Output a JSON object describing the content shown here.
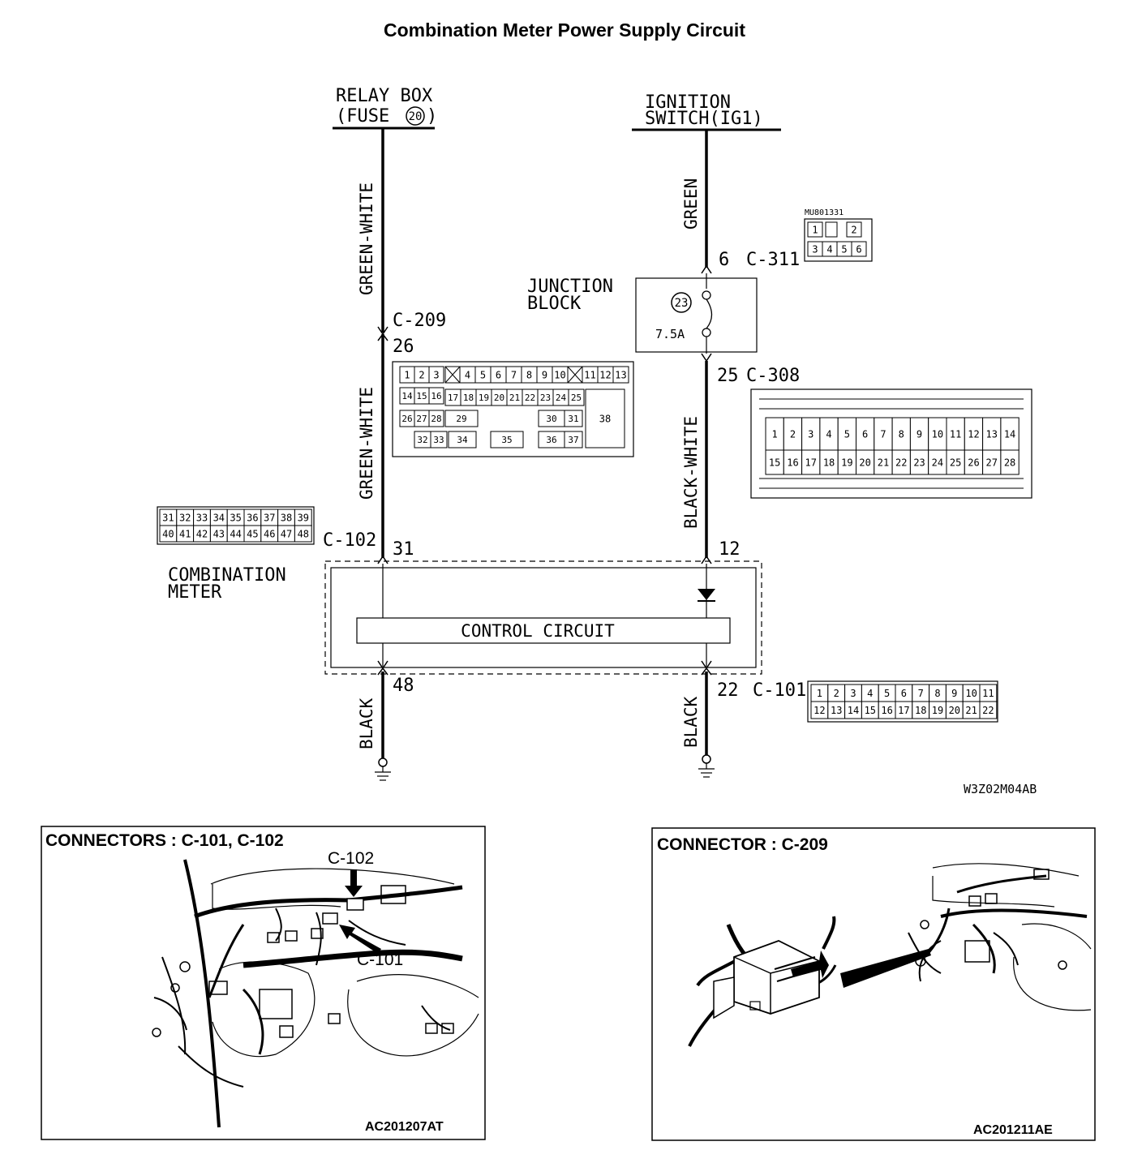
{
  "title": "Combination Meter Power Supply Circuit",
  "sources": {
    "relay_box_line1": "RELAY BOX",
    "relay_box_line2_prefix": "(FUSE",
    "relay_box_fuse_number": "20",
    "relay_box_line2_suffix": ")",
    "ignition_line1": "IGNITION",
    "ignition_line2": "SWITCH(IG1)"
  },
  "wires": {
    "left_upper": "GREEN-WHITE",
    "left_middle": "GREEN-WHITE",
    "left_lower": "BLACK",
    "right_upper": "GREEN",
    "right_middle": "BLACK-WHITE",
    "right_lower": "BLACK"
  },
  "pins": {
    "c311_pin": "6",
    "c311_name": "C-311",
    "c209_name": "C-209",
    "c209_pin": "26",
    "c308_pin": "25",
    "c308_name": "C-308",
    "c102_name": "C-102",
    "c102_pin": "31",
    "meter_pin12": "12",
    "c101_pin48": "48",
    "c101_pin22": "22",
    "c101_name": "C-101"
  },
  "junction_block": {
    "line1": "JUNCTION",
    "line2": "BLOCK",
    "fuse_number": "23",
    "fuse_rating": "7.5A"
  },
  "combination_meter": {
    "line1": "COMBINATION",
    "line2": "METER",
    "control_circuit": "CONTROL CIRCUIT"
  },
  "connector_faces": {
    "c311_part": "MU801331",
    "c311_top": [
      "1",
      "",
      "2"
    ],
    "c311_bottom": [
      "3",
      "4",
      "5",
      "6"
    ],
    "c209_row1": [
      "1",
      "2",
      "3",
      "",
      "4",
      "5",
      "6",
      "7",
      "8",
      "9",
      "10",
      "",
      "11",
      "12",
      "13"
    ],
    "c209_row2": [
      "14",
      "15",
      "16",
      "17",
      "18",
      "19",
      "20",
      "21",
      "22",
      "23",
      "24",
      "25"
    ],
    "c209_row3": [
      "26",
      "27",
      "28",
      "29",
      "30",
      "31"
    ],
    "c209_row4": [
      "32",
      "33",
      "34",
      "35",
      "36",
      "37"
    ],
    "c209_big": "38",
    "c308_top": [
      "1",
      "2",
      "3",
      "4",
      "5",
      "6",
      "7",
      "8",
      "9",
      "10",
      "11",
      "12",
      "13",
      "14"
    ],
    "c308_bottom": [
      "15",
      "16",
      "17",
      "18",
      "19",
      "20",
      "21",
      "22",
      "23",
      "24",
      "25",
      "26",
      "27",
      "28"
    ],
    "c102_top": [
      "31",
      "32",
      "33",
      "34",
      "35",
      "36",
      "37",
      "38",
      "39"
    ],
    "c102_bottom": [
      "40",
      "41",
      "42",
      "43",
      "44",
      "45",
      "46",
      "47",
      "48"
    ],
    "c101_top": [
      "1",
      "2",
      "3",
      "4",
      "5",
      "6",
      "7",
      "8",
      "9",
      "10",
      "11"
    ],
    "c101_bottom": [
      "12",
      "13",
      "14",
      "15",
      "16",
      "17",
      "18",
      "19",
      "20",
      "21",
      "22"
    ]
  },
  "diagram_code": "W3Z02M04AB",
  "panels": {
    "left": {
      "title": "CONNECTORS : C-101, C-102",
      "label_c102": "C-102",
      "label_c101": "C-101",
      "code": "AC201207AT"
    },
    "right": {
      "title": "CONNECTOR : C-209",
      "code": "AC201211AE"
    }
  }
}
